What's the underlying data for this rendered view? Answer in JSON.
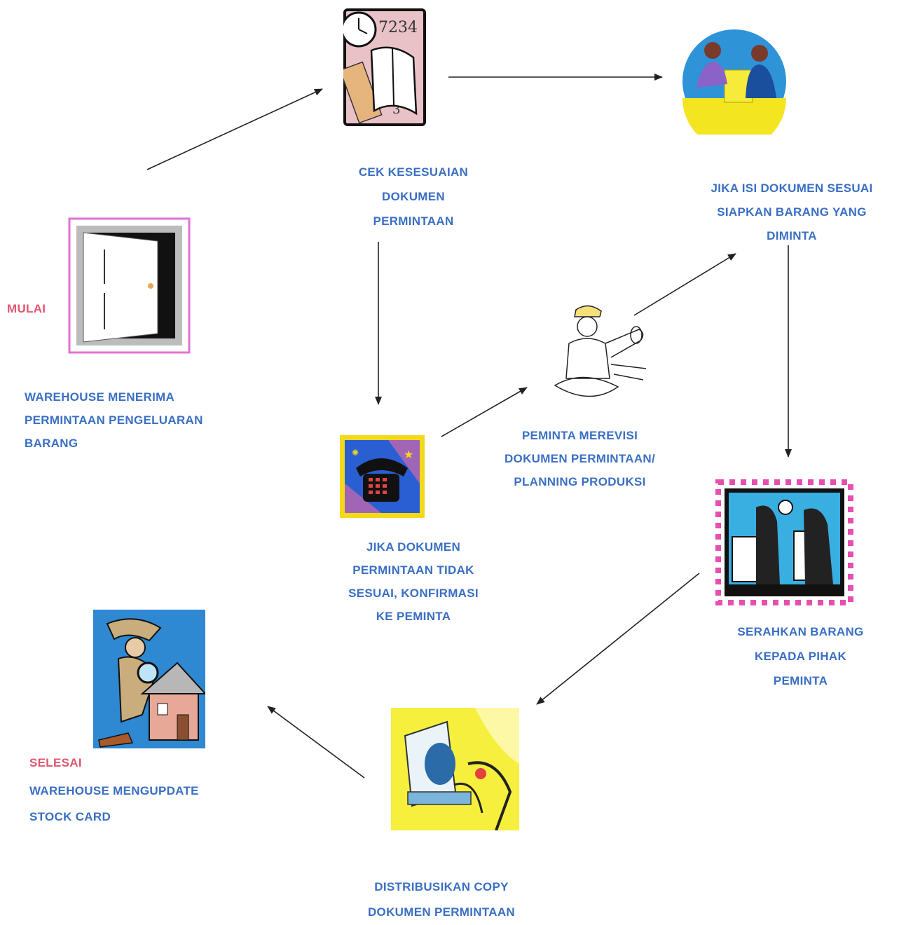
{
  "colors": {
    "label": "#3a6fc4",
    "start_end": "#e0566f",
    "arrow": "#222222"
  },
  "start_label": "MULAI",
  "end_label": "SELESAI",
  "steps": [
    {
      "id": "receive",
      "icon": "open-door-icon",
      "lines": [
        "WAREHOUSE MENERIMA",
        "PERMINTAAN PENGELUARAN",
        "BARANG"
      ]
    },
    {
      "id": "check",
      "icon": "book-clock-icon",
      "lines": [
        "CEK KESESUAIAN",
        "DOKUMEN",
        "PERMINTAAN"
      ]
    },
    {
      "id": "prepare",
      "icon": "handshake-people-icon",
      "lines": [
        "JIKA ISI DOKUMEN SESUAI",
        "SIAPKAN BARANG YANG",
        "DIMINTA"
      ]
    },
    {
      "id": "confirm",
      "icon": "telephone-icon",
      "lines": [
        "JIKA DOKUMEN",
        "PERMINTAAN TIDAK",
        "SESUAI, KONFIRMASI",
        "KE PEMINTA"
      ]
    },
    {
      "id": "revise",
      "icon": "engineer-blueprint-icon",
      "lines": [
        "PEMINTA MEREVISI",
        "DOKUMEN PERMINTAAN/",
        "PLANNING PRODUKSI"
      ]
    },
    {
      "id": "handover",
      "icon": "business-meeting-icon",
      "lines": [
        "SERAHKAN BARANG",
        "KEPADA PIHAK",
        "PEMINTA"
      ]
    },
    {
      "id": "distribute",
      "icon": "computer-copy-icon",
      "lines": [
        "DISTRIBUSIKAN COPY",
        "DOKUMEN PERMINTAAN"
      ]
    },
    {
      "id": "update",
      "icon": "detective-house-icon",
      "lines": [
        "WAREHOUSE MENGUPDATE",
        "STOCK CARD"
      ]
    }
  ]
}
